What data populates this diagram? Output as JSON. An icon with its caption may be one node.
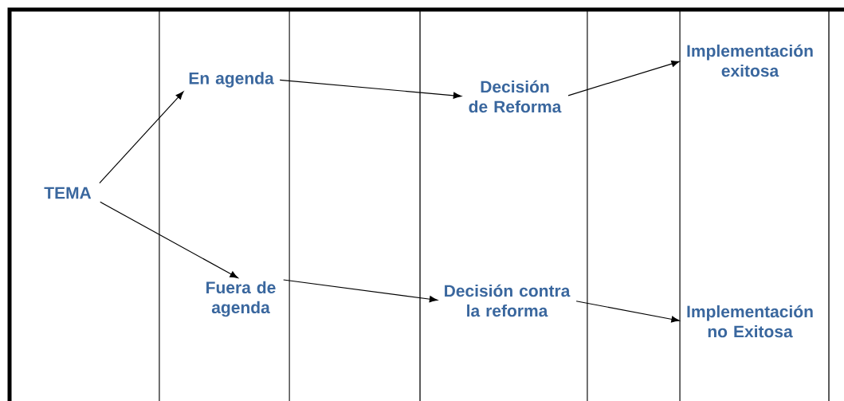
{
  "diagram": {
    "nodes": [
      {
        "text": [
          "TEMA"
        ]
      },
      {
        "text": [
          "En agenda"
        ]
      },
      {
        "text": [
          "Fuera de agenda"
        ]
      },
      {
        "text": [
          "Decisión de Reforma"
        ]
      },
      {
        "text": [
          "Decisión contra la reforma"
        ]
      },
      {
        "text": [
          "Implementación exitosa"
        ]
      },
      {
        "text": [
          "Implementación no Exitosa"
        ]
      }
    ],
    "edges": [
      {
        "from": 0,
        "to": 1,
        "arrow": "to"
      },
      {
        "from": 0,
        "to": 2,
        "arrow": "to"
      },
      {
        "from": 1,
        "to": 3,
        "arrow": "to"
      },
      {
        "from": 2,
        "to": 4,
        "arrow": "to"
      },
      {
        "from": 3,
        "to": 5,
        "arrow": "to"
      },
      {
        "from": 4,
        "to": 6,
        "arrow": "to"
      }
    ]
  }
}
